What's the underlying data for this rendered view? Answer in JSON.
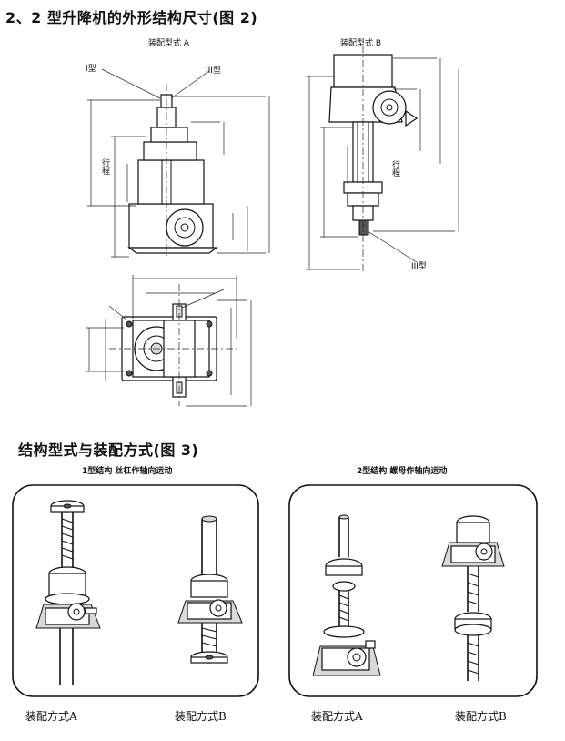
{
  "headings": {
    "fig2_title": "2、2 型升降机的外形结构尺寸(图 2)",
    "fig3_title": "结构型式与装配方式(图 3)"
  },
  "fig2": {
    "view_a_label": "装配型式 A",
    "view_b_label": "装配型式 B",
    "type1_label": "I型",
    "type3_label_a": "III型",
    "type3_label_b": "III型",
    "stroke_label_a": "行程",
    "stroke_label_b": "行程"
  },
  "fig3": {
    "panel_left_caption": "1型结构   丝杠作轴向运动",
    "panel_right_caption": "2型结构   螺母作轴向运动",
    "left_a": "装配方式A",
    "left_b": "装配方式B",
    "right_a": "装配方式A",
    "right_b": "装配方式B"
  }
}
